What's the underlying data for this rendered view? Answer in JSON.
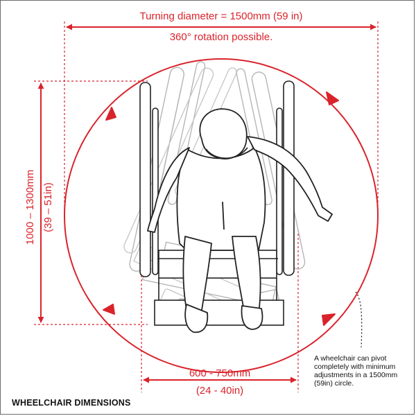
{
  "diagram": {
    "title": "WHEELCHAIR DIMENSIONS",
    "turning_diameter_label": "Turning diameter = 1500mm (59 in)",
    "rotation_label": "360° rotation possible.",
    "length_label_mm": "1000 – 1300mm",
    "length_label_in": "(39 – 51in)",
    "width_label_mm": "600 - 750mm",
    "width_label_in": "(24 - 40in)",
    "note": "A wheelchair can pivot completely with minimum adjustments in a 1500mm (59in) circle."
  },
  "colors": {
    "accent": "#d9232b",
    "line": "#222222",
    "ghost": "#b5b5b5"
  }
}
